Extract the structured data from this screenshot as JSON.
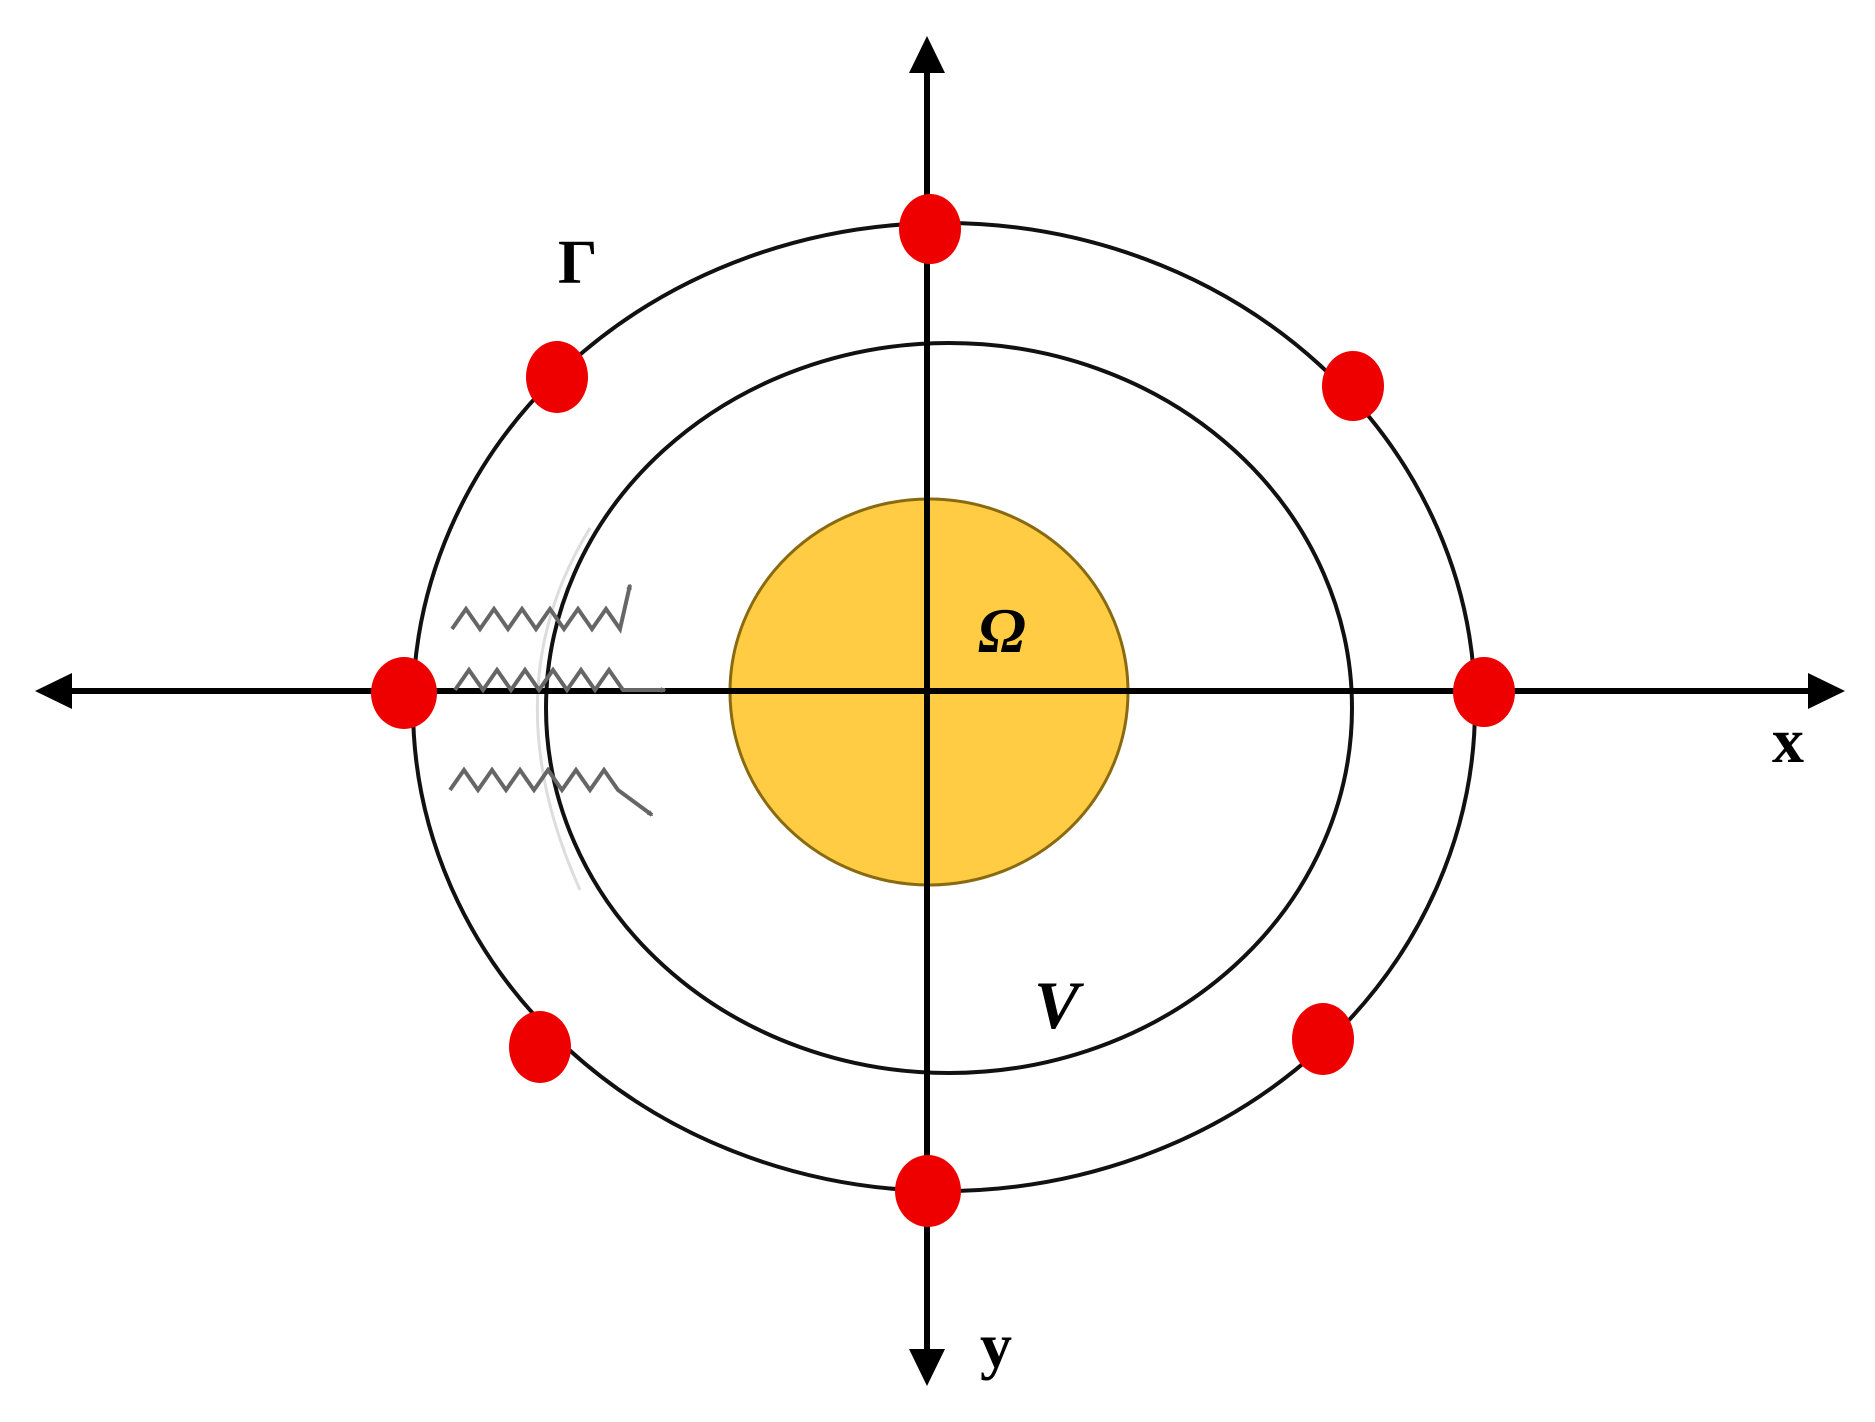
{
  "labels": {
    "outer_boundary": "Γ",
    "object_region": "Ω",
    "inner_region": "V",
    "x_axis": "x",
    "y_axis": "y"
  },
  "colors": {
    "axis": "#000000",
    "circle": "#111111",
    "object_fill": "#ffcc44",
    "object_stroke": "#8a6a10",
    "transmitter": "#ee0000",
    "wave": "#666666"
  },
  "icons": {
    "incident_wave": "wavy-arrow-icon",
    "transmitter": "red-dot-icon"
  }
}
